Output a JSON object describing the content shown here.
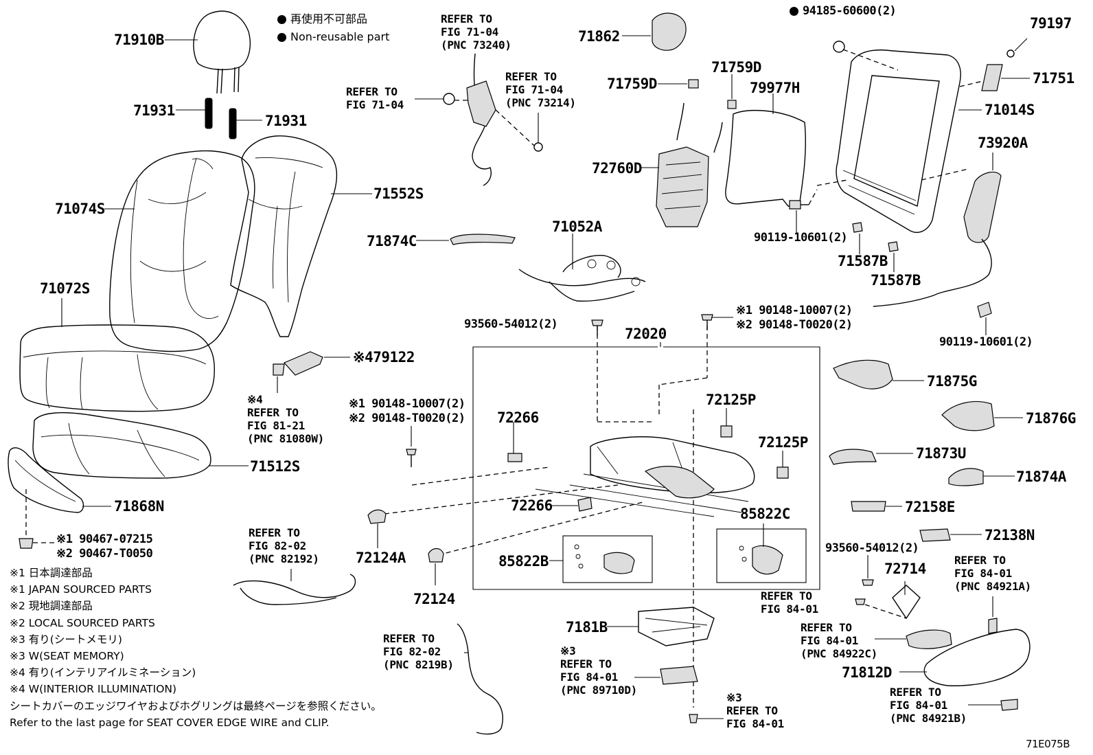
{
  "legend": {
    "ja": "再使用不可部品",
    "en": "Non-reusable part"
  },
  "parts": {
    "p71910B": "71910B",
    "p71931a": "71931",
    "p71931b": "71931",
    "p71074S": "71074S",
    "p71552S": "71552S",
    "p71072S": "71072S",
    "p71512S": "71512S",
    "p71868N": "71868N",
    "p71862": "71862",
    "p71759D_a": "71759D",
    "p71759D_b": "71759D",
    "p79977H": "79977H",
    "p72760D": "72760D",
    "p71874C": "71874C",
    "p71052A": "71052A",
    "p79197": "79197",
    "p71751": "71751",
    "p71014S": "71014S",
    "p73920A": "73920A",
    "p71587B_a": "71587B",
    "p71587B_b": "71587B",
    "p72020": "72020",
    "p72125P_a": "72125P",
    "p72125P_b": "72125P",
    "p72266_a": "72266",
    "p72266_b": "72266",
    "p85822C": "85822C",
    "p85822B": "85822B",
    "p72124A": "72124A",
    "p72124": "72124",
    "p71875G": "71875G",
    "p71876G": "71876G",
    "p71873U": "71873U",
    "p71874A": "71874A",
    "p72158E": "72158E",
    "p72138N": "72138N",
    "p72714": "72714",
    "p7181B": "7181B",
    "p71812D": "71812D",
    "p79122": "※479122",
    "p71E075B": "71E075B"
  },
  "fasteners": {
    "f94185": "94185-60600(2)",
    "f90119_a": "90119-10601(2)",
    "f90119_b": "90119-10601(2)",
    "f93560_a": "93560-54012(2)",
    "f93560_b": "93560-54012(2)",
    "f90148_top_1": "※1 90148-10007(2)",
    "f90148_top_2": "※2 90148-T0020(2)",
    "f90148_left_1": "※1 90148-10007(2)",
    "f90148_left_2": "※2 90148-T0020(2)",
    "f90467_1": "※1 90467-07215",
    "f90467_2": "※2 90467-T0050"
  },
  "refs": {
    "r73240": "REFER TO\nFIG 71-04\n(PNC 73240)",
    "r7104": "REFER TO\nFIG 71-04",
    "r73214": "REFER TO\nFIG 71-04\n(PNC 73214)",
    "r81080": "※4\nREFER TO\nFIG 81-21\n(PNC 81080W)",
    "r82192": "REFER TO\nFIG 82-02\n(PNC 82192)",
    "r8219B": "REFER TO\nFIG 82-02\n(PNC 8219B)",
    "r89710": "※3\nREFER TO\nFIG 84-01\n(PNC 89710D)",
    "r8401_bottom": "※3\nREFER TO\nFIG 84-01",
    "r8401_mid": "REFER TO\nFIG 84-01",
    "r84922": "REFER TO\nFIG 84-01\n(PNC 84922C)",
    "r84921A": "REFER TO\nFIG 84-01\n(PNC 84921A)",
    "r84921B": "REFER TO\nFIG 84-01\n(PNC 84921B)"
  },
  "notes": [
    "※1 日本調達部品",
    "※1 JAPAN SOURCED PARTS",
    "※2 現地調達部品",
    "※2 LOCAL SOURCED PARTS",
    "※3 有り(シートメモリ)",
    "※3 W(SEAT MEMORY)",
    "※4 有り(インテリアイルミネーション)",
    "※4 W(INTERIOR ILLUMINATION)",
    "シートカバーのエッジワイヤおよびホグリングは最終ページを参照ください。",
    "Refer to the last page for SEAT COVER EDGE WIRE and CLIP."
  ]
}
